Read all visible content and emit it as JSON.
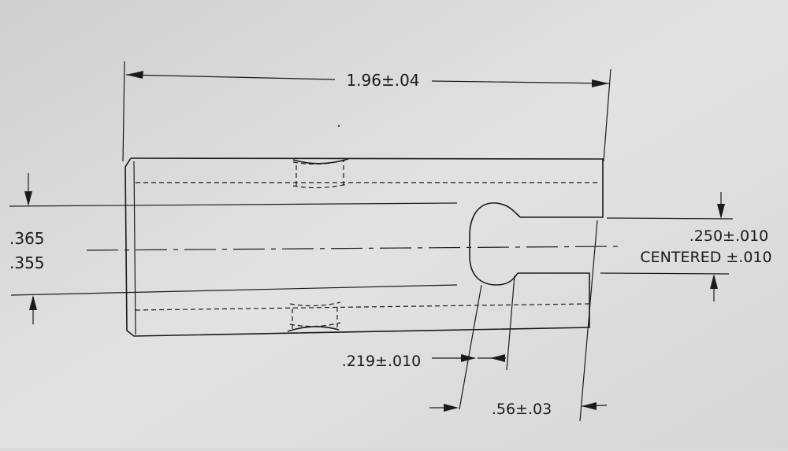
{
  "dimensions": {
    "overall_length": "1.96±.04",
    "diameter_max": ".365",
    "diameter_min": ".355",
    "slot_width": ".250±.010",
    "slot_centered": "CENTERED ±.010",
    "radius_offset": ".219±.010",
    "slot_depth": ".56±.03"
  }
}
